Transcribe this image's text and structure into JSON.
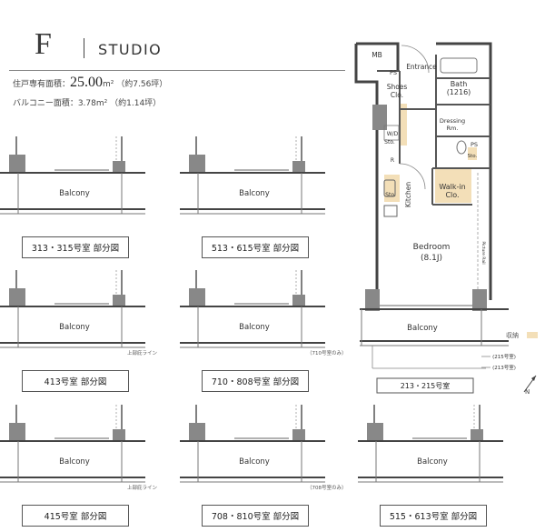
{
  "header": {
    "type_letter": "F",
    "type_name": "STUDIO",
    "private_area_label": "住戸専有面積：",
    "private_area_value": "25.00",
    "private_area_unit": "m²",
    "private_area_tsubo": "（約7.56坪）",
    "balcony_area_label": "バルコニー面積：3.78m²",
    "balcony_area_tsubo": "（約1.14坪）"
  },
  "partials": [
    {
      "balcony": "Balcony",
      "caption": "313・315号室 部分図",
      "note": ""
    },
    {
      "balcony": "Balcony",
      "caption": "513・615号室 部分図",
      "note": ""
    },
    {
      "balcony": "Balcony",
      "caption": "413号室 部分図",
      "note": "上部庇ライン"
    },
    {
      "balcony": "Balcony",
      "caption": "710・808号室 部分図",
      "note": "（710号室のみ）"
    },
    {
      "balcony": "Balcony",
      "caption": "415号室 部分図",
      "note": "上部庇ライン"
    },
    {
      "balcony": "Balcony",
      "caption": "708・810号室 部分図",
      "note": "（708号室のみ）"
    },
    {
      "balcony": "Balcony",
      "caption": "515・613号室 部分図",
      "note": ""
    }
  ],
  "main_plan": {
    "caption": "213・215号室",
    "rooms": {
      "mb": "MB",
      "entrance": "Entrance",
      "ps_top": "PS",
      "shoes1": "Shoes",
      "shoes2": "Clo.",
      "bath1": "Bath",
      "bath2": "(1216)",
      "dressing1": "Dressing",
      "dressing2": "Rm.",
      "wd": "W/D",
      "sto1": "Sto.",
      "sto2": "Sto.",
      "sto3": "Sto.",
      "r_mark": "R",
      "ps_mid": "PS",
      "kitchen": "Kitchen",
      "walkin1": "Walk-in",
      "walkin2": "Clo.",
      "bedroom1": "Bedroom",
      "bedroom2": "(8.1J)",
      "picture_rail": "Picture Rail",
      "balcony": "Balcony"
    },
    "legend_label": "収納",
    "legend_color": "#f3dfb8",
    "note_215": "(215号室)",
    "note_213": "(213号室)",
    "north_label": "N"
  }
}
